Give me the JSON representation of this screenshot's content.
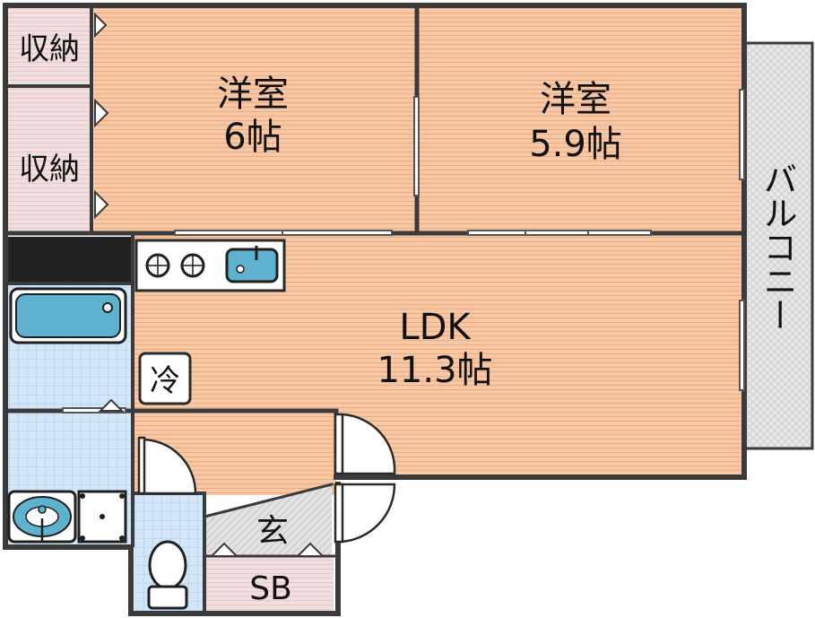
{
  "colors": {
    "wood_floor": "#f8c8a4",
    "wood_stripe": "#e8ab84",
    "storage_floor": "#f1dede",
    "storage_stripe": "#e4c7c7",
    "wet_tile": "#d2e6f7",
    "tile_grid": "#a9c9e8",
    "balcony": "#e6e6e6",
    "genkan": "#e2e2e2",
    "wall": "#3a3a3a",
    "fixture_blue": "#5fb2cf",
    "fixture_edge": "#1f1f1f"
  },
  "rooms": {
    "western_room_1": {
      "label": "洋室",
      "size": "6帖"
    },
    "western_room_2": {
      "label": "洋室",
      "size": "5.9帖"
    },
    "ldk": {
      "label": "LDK",
      "size": "11.3帖"
    },
    "storage_upper": {
      "label": "収納"
    },
    "storage_lower": {
      "label": "収納"
    },
    "balcony": {
      "label": "バルコニー"
    },
    "refrigerator": {
      "label": "冷"
    },
    "entrance": {
      "label": "玄"
    },
    "shoe_box": {
      "label": "SB"
    }
  },
  "icons": [
    "stove-burner-icon",
    "kitchen-sink-icon",
    "bathtub-icon",
    "wash-basin-icon",
    "washing-machine-icon",
    "toilet-icon",
    "door-swing-icon"
  ]
}
